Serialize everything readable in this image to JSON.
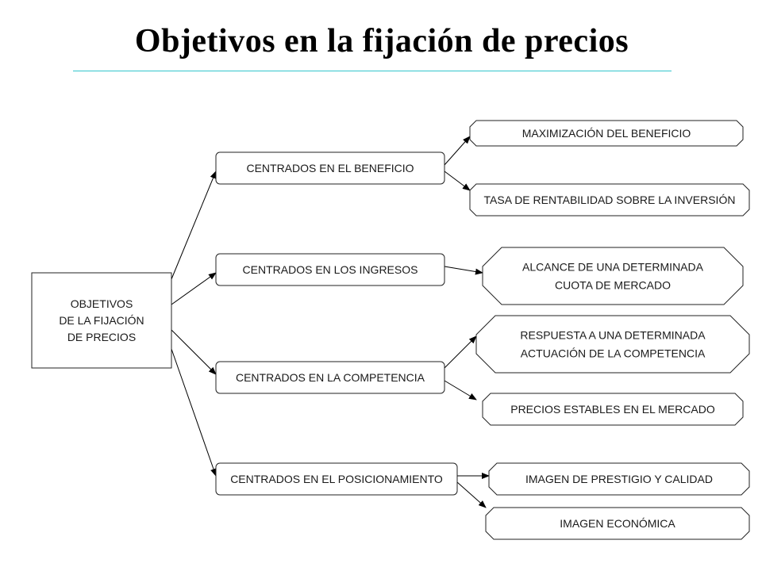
{
  "title": "Objetivos en la fijación de precios",
  "colors": {
    "title_rule": "#33c6cc",
    "line": "#000000"
  },
  "root": {
    "lines": [
      "OBJETIVOS",
      "DE LA FIJACIÓN",
      "DE PRECIOS"
    ]
  },
  "categories": [
    {
      "label": "CENTRADOS EN EL BENEFICIO"
    },
    {
      "label": "CENTRADOS EN LOS INGRESOS"
    },
    {
      "label": "CENTRADOS EN LA COMPETENCIA"
    },
    {
      "label": "CENTRADOS EN EL POSICIONAMIENTO"
    }
  ],
  "objectives": [
    {
      "lines": [
        "MAXIMIZACIÓN DEL BENEFICIO"
      ]
    },
    {
      "lines": [
        "TASA DE RENTABILIDAD SOBRE  LA INVERSIÓN"
      ]
    },
    {
      "lines": [
        "ALCANCE DE UNA DETERMINADA",
        "CUOTA DE MERCADO"
      ]
    },
    {
      "lines": [
        "RESPUESTA A UNA DETERMINADA",
        "ACTUACIÓN DE LA COMPETENCIA"
      ]
    },
    {
      "lines": [
        "PRECIOS ESTABLES EN EL MERCADO"
      ]
    },
    {
      "lines": [
        "IMAGEN DE PRESTIGIO Y CALIDAD"
      ]
    },
    {
      "lines": [
        "IMAGEN ECONÓMICA"
      ]
    }
  ]
}
